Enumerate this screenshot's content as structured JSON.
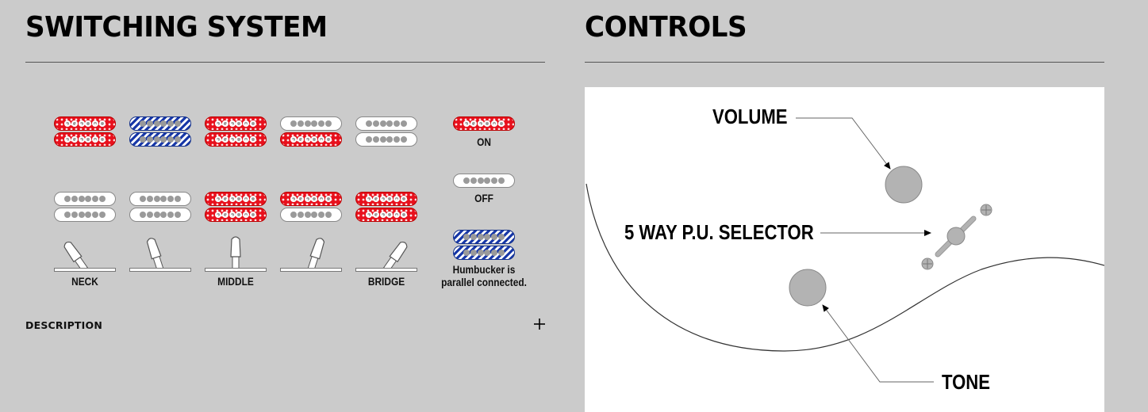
{
  "switching": {
    "title": "SWITCHING SYSTEM",
    "positions": [
      {
        "label": "NECK",
        "top": [
          "on",
          "on"
        ],
        "bottom": [
          "off",
          "off"
        ],
        "angle": -35
      },
      {
        "label": "",
        "top": [
          "par",
          "par"
        ],
        "bottom": [
          "off",
          "off"
        ],
        "angle": -18
      },
      {
        "label": "MIDDLE",
        "top": [
          "on",
          "on"
        ],
        "bottom": [
          "on",
          "on"
        ],
        "angle": 0
      },
      {
        "label": "",
        "top": [
          "off",
          "on"
        ],
        "bottom": [
          "on",
          "off"
        ],
        "angle": 18
      },
      {
        "label": "BRIDGE",
        "top": [
          "off",
          "off"
        ],
        "bottom": [
          "on",
          "on"
        ],
        "angle": 35
      }
    ],
    "legend": {
      "on": "ON",
      "off": "OFF",
      "parallel_line1": "Humbucker is",
      "parallel_line2": "parallel connected."
    },
    "colors": {
      "on": "#e8101c",
      "parallel": "#1838a8",
      "off": "#ffffff"
    }
  },
  "description": {
    "label": "DESCRIPTION",
    "toggle_icon": "plus-icon"
  },
  "controls": {
    "title": "CONTROLS",
    "labels": {
      "volume": "VOLUME",
      "selector": "5 WAY P.U. SELECTOR",
      "tone": "TONE"
    }
  }
}
